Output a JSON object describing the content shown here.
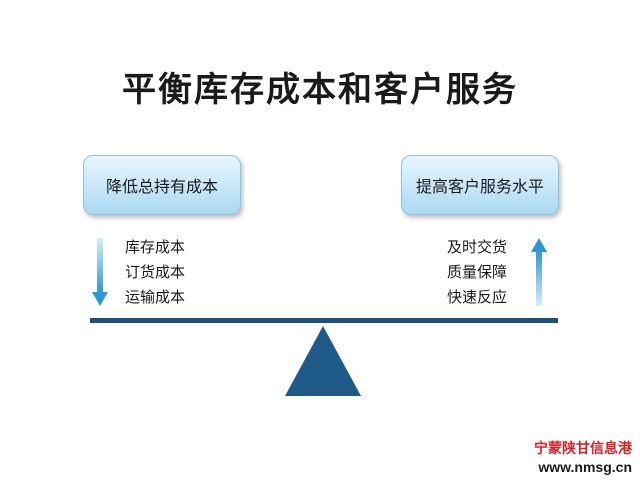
{
  "title": "平衡库存成本和客户服务",
  "left": {
    "box_label": "降低总持有成本",
    "items": [
      "库存成本",
      "订货成本",
      "运输成本"
    ],
    "arrow": "down-arrow"
  },
  "right": {
    "box_label": "提高客户服务水平",
    "items": [
      "及时交货",
      "质量保障",
      "快速反应"
    ],
    "arrow": "up-arrow"
  },
  "watermark": {
    "line1": "宁蒙陕甘信息港",
    "line2": "www.nmsg.cn"
  },
  "colors": {
    "beam": "#1f4f7a",
    "fulcrum": "#1f5a88",
    "box_border": "#8fc3e3",
    "arrow": "#3ba6dd",
    "watermark_red": "#d6232a"
  }
}
